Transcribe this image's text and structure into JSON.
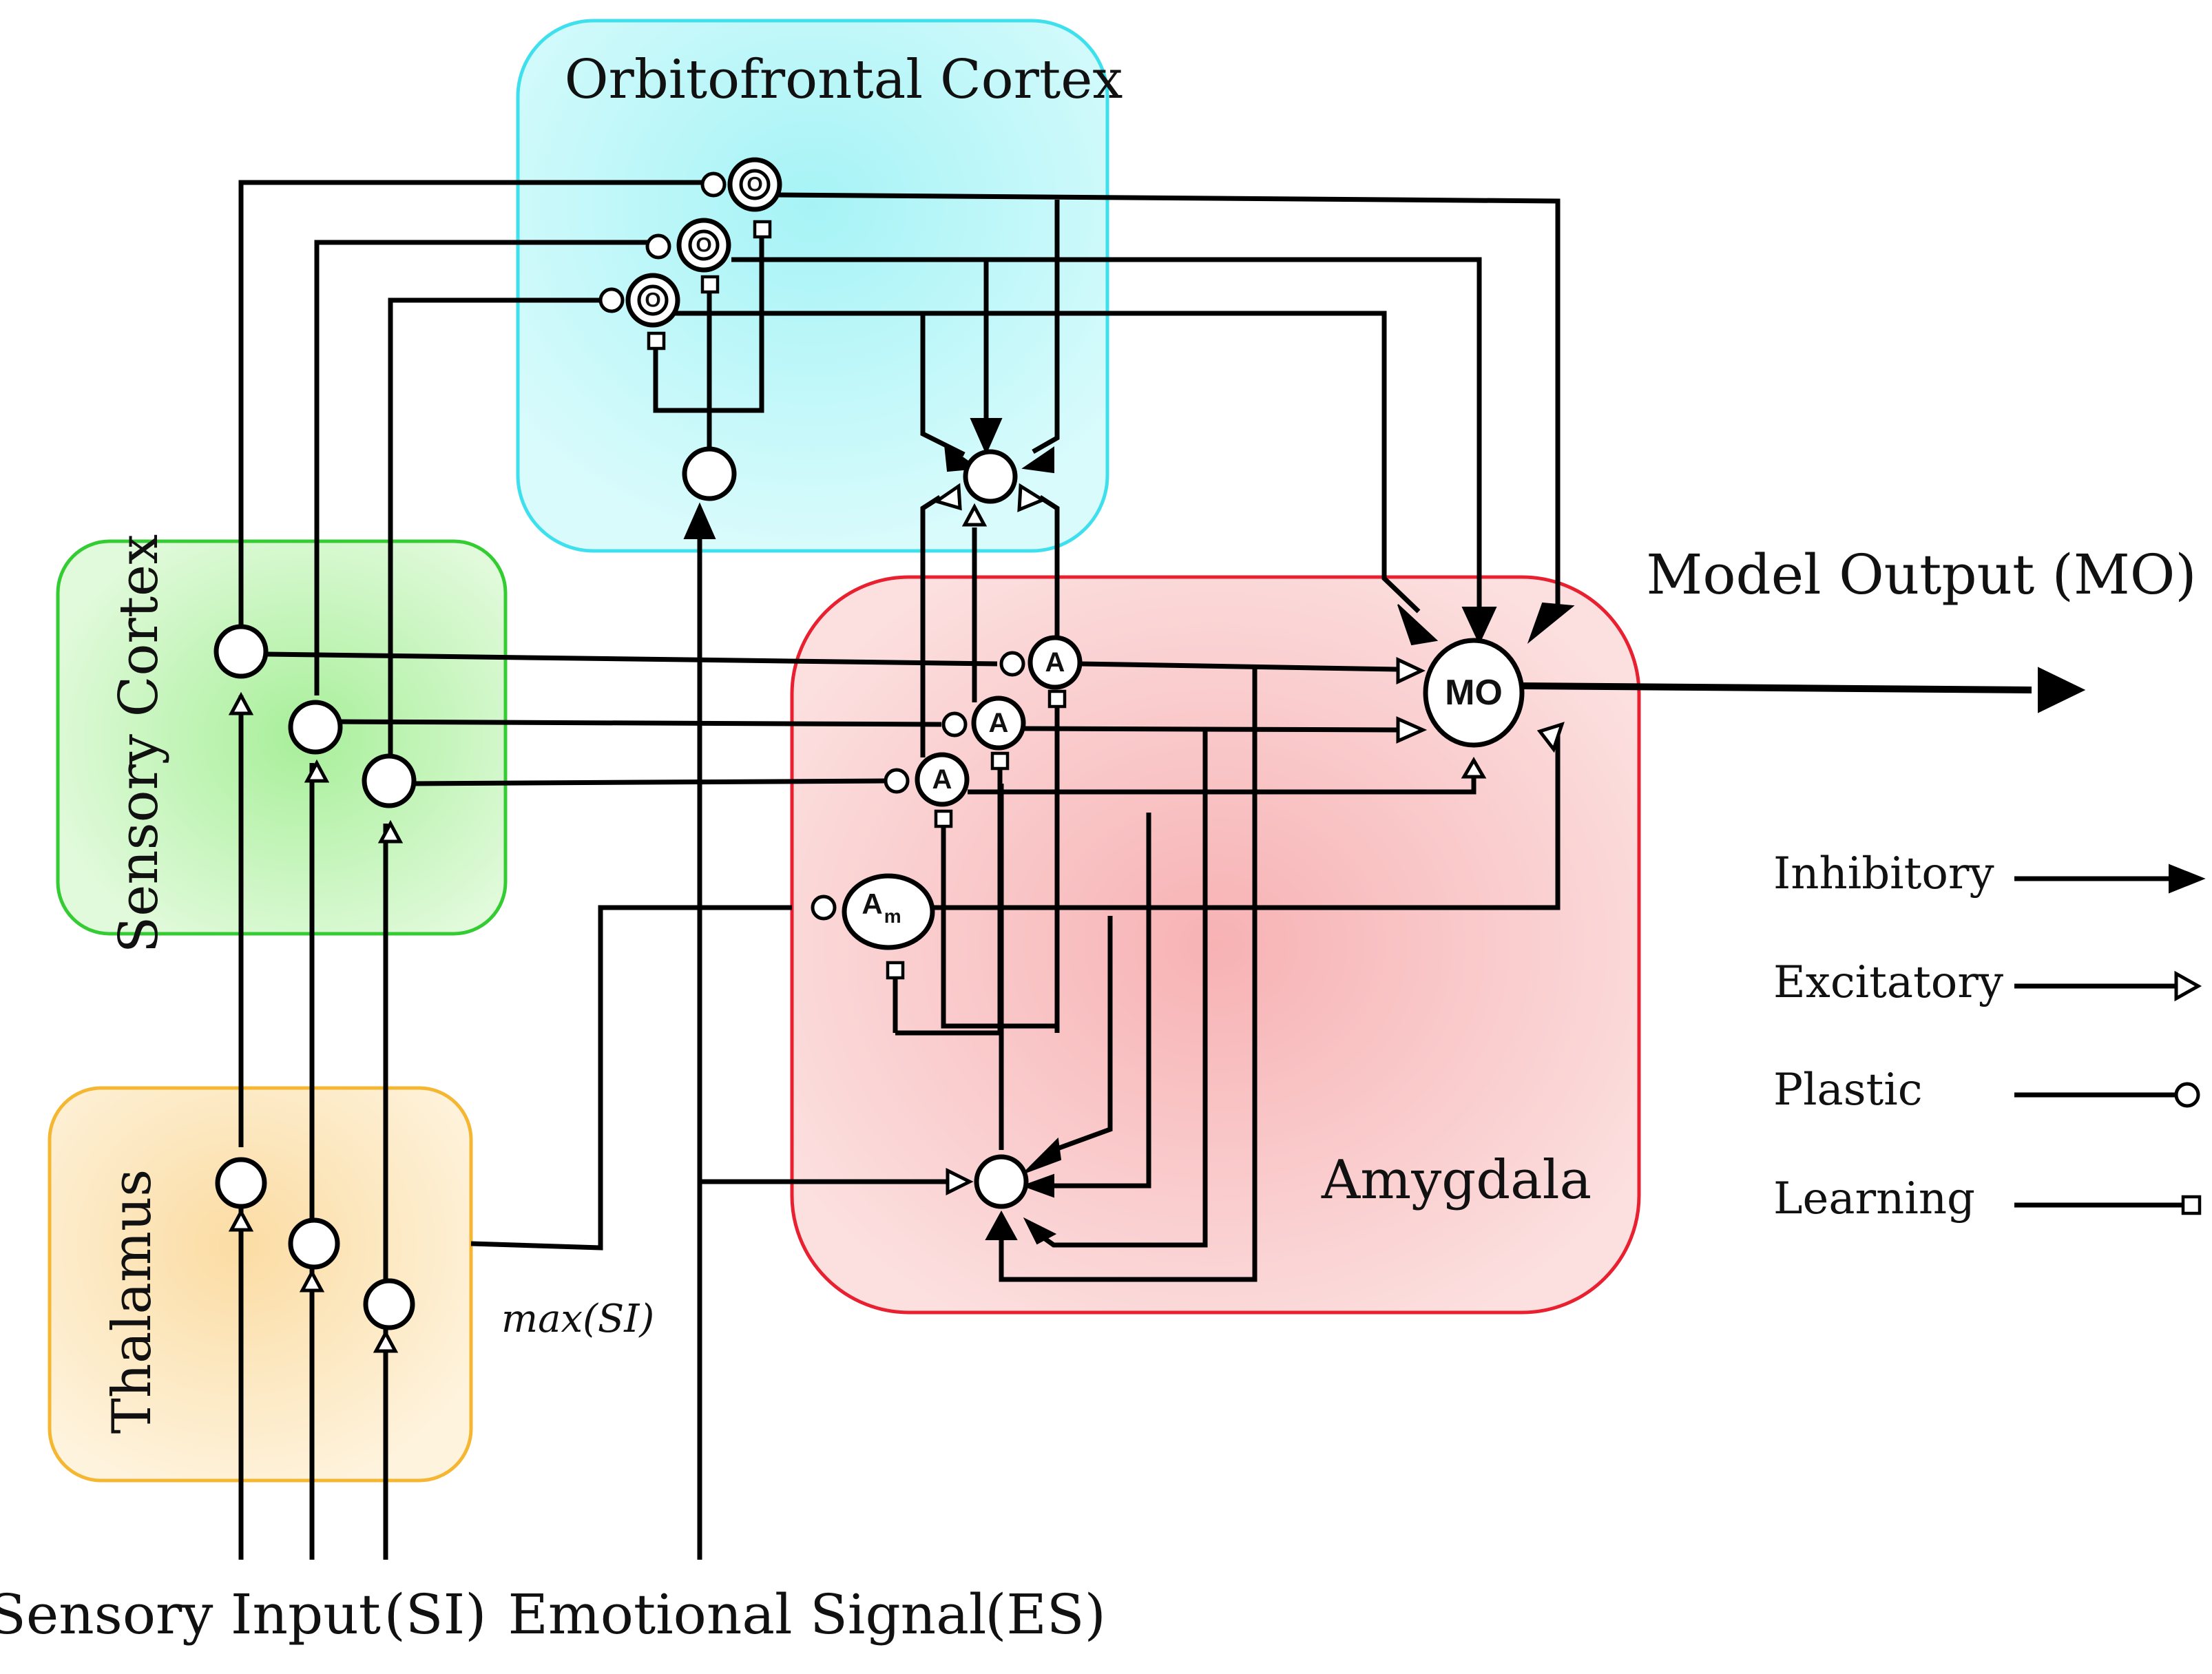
{
  "regions": {
    "orbitofrontal": "Orbitofrontal Cortex",
    "sensory_cortex": "Sensory Cortex",
    "thalamus": "Thalamus",
    "amygdala": "Amygdala"
  },
  "nodes": {
    "o": "O",
    "a": "A",
    "am_main": "A",
    "am_sub": "m",
    "mo": "MO"
  },
  "labels": {
    "model_output": "Model Output (MO)",
    "sensory_input": "Sensory Input",
    "si": "(SI)",
    "emotional_signal": "Emotional Signal",
    "es": "(ES)",
    "max_si": "max(SI)"
  },
  "legend": {
    "inhibitory": "Inhibitory",
    "excitatory": "Excitatory",
    "plastic": "Plastic",
    "learning": "Learning"
  },
  "colors": {
    "orbitofrontal_fill": "#d3fafb",
    "orbitofrontal_border": "#3fe0ee",
    "sensory_fill": "#dcf8d6",
    "sensory_border": "#33cc33",
    "thalamus_fill": "#fdf0d4",
    "thalamus_border": "#f5b731",
    "amygdala_fill": "#fcd9d9",
    "amygdala_border": "#e8202f"
  }
}
